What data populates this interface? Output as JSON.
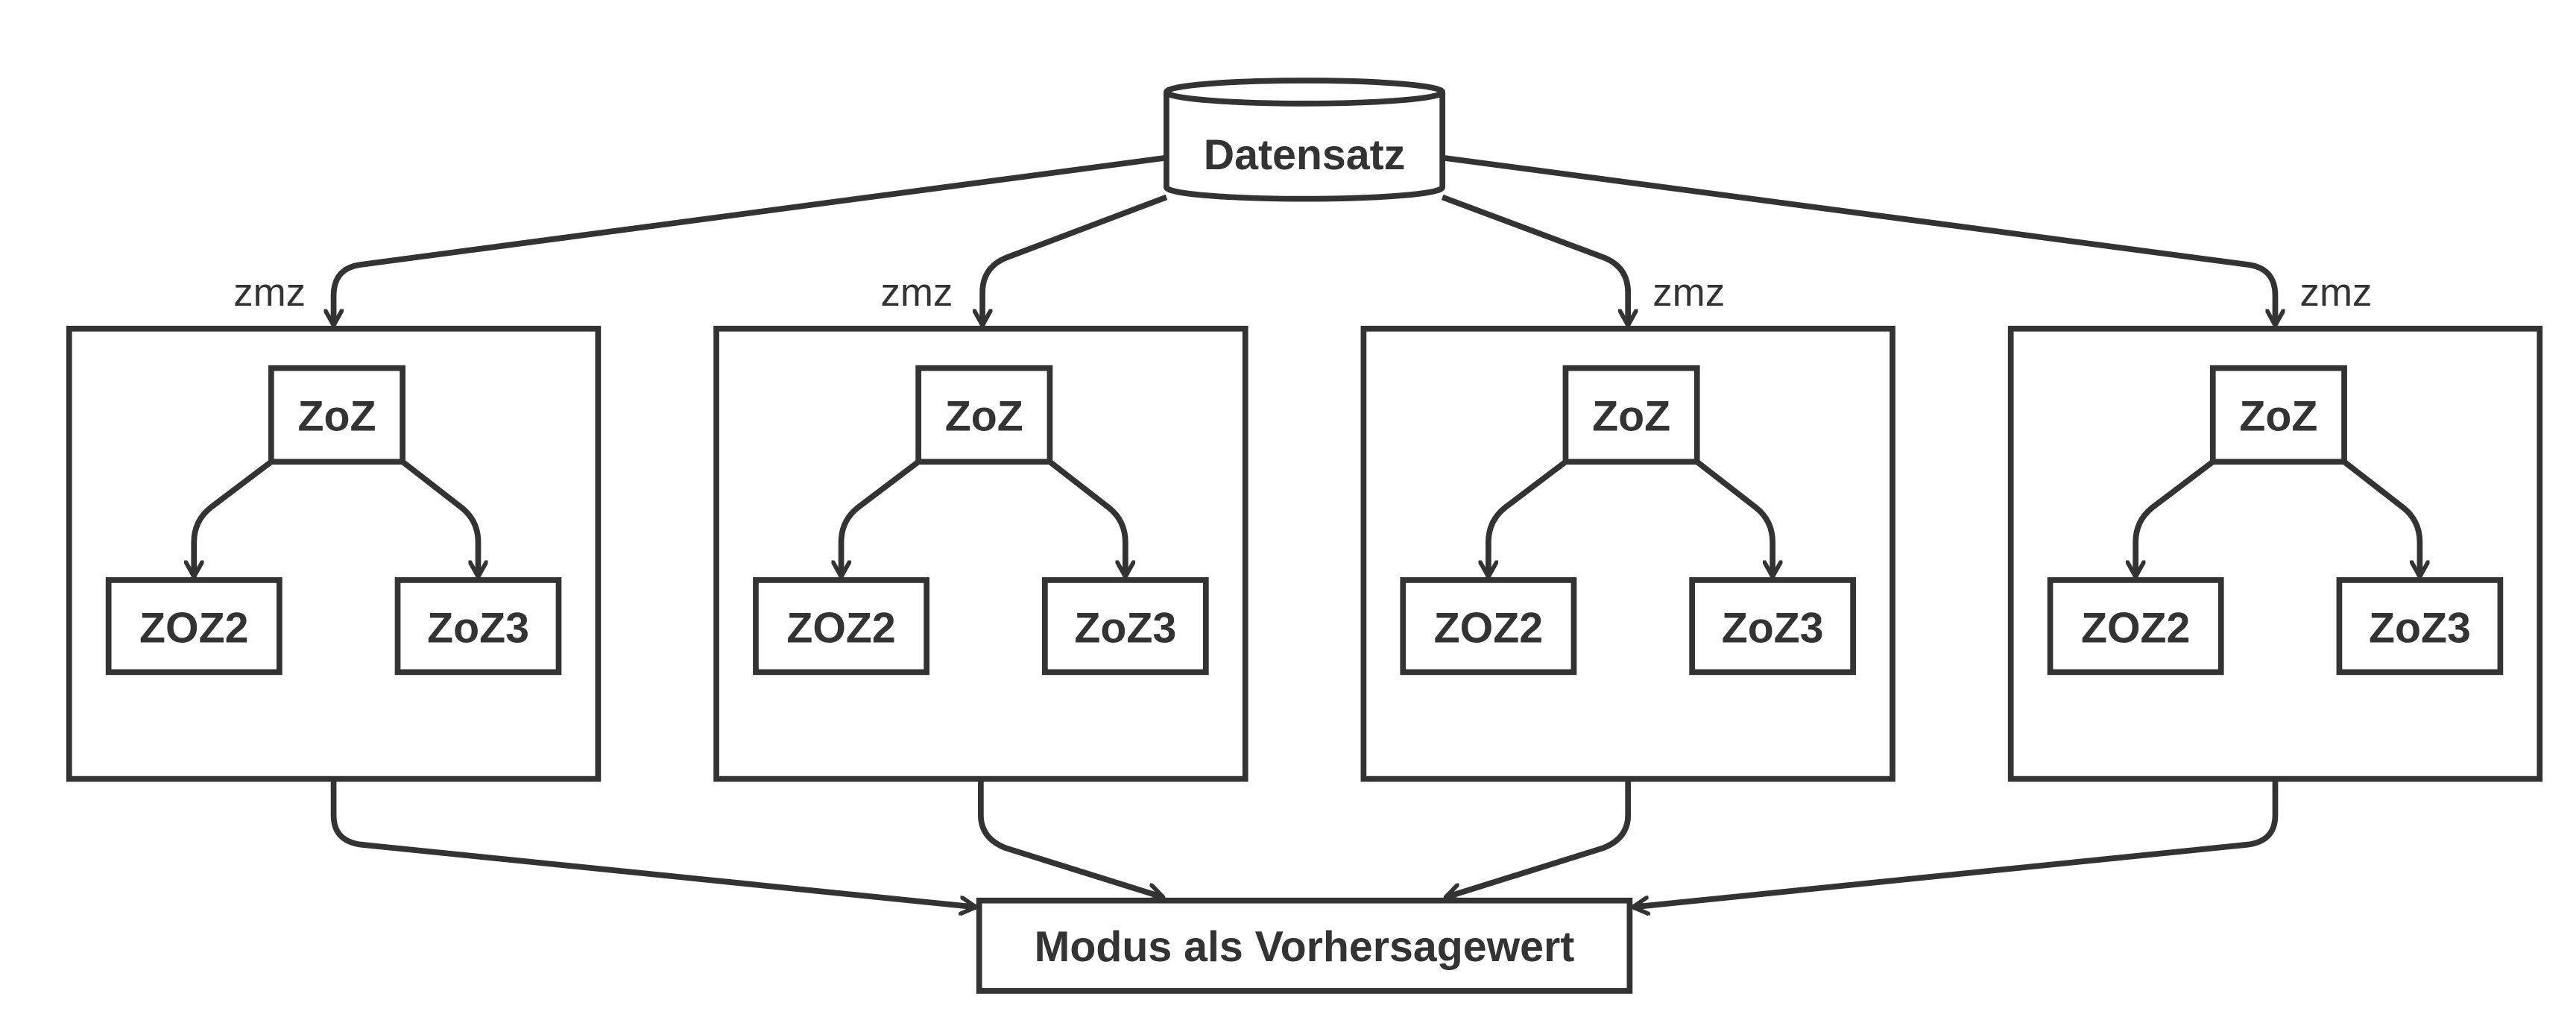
{
  "colors": {
    "stroke": "#333333",
    "text": "#333333",
    "background": "#ffffff"
  },
  "dataset": {
    "label": "Datensatz"
  },
  "edge_label": "zmz",
  "bags": [
    {
      "title": "Bag 1",
      "root": "ZoZ",
      "left_child": "ZOZ2",
      "right_child": "ZoZ3"
    },
    {
      "title": "Bag 2",
      "root": "ZoZ",
      "left_child": "ZOZ2",
      "right_child": "ZoZ3"
    },
    {
      "title": "Bag ...",
      "root": "ZoZ",
      "left_child": "ZOZ2",
      "right_child": "ZoZ3"
    },
    {
      "title": "Bag B",
      "root": "ZoZ",
      "left_child": "ZOZ2",
      "right_child": "ZoZ3"
    }
  ],
  "output": {
    "label": "Modus als Vorhersagewert"
  }
}
